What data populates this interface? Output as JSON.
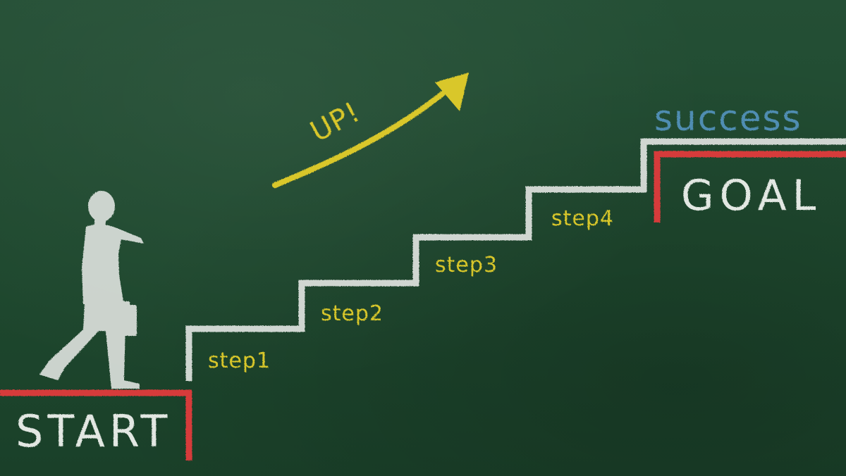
{
  "scene": {
    "start_label": "START",
    "goal_label": "GOAL",
    "success_label": "success",
    "up_label": "UP!",
    "steps": [
      "step1",
      "step2",
      "step3",
      "step4"
    ],
    "colors": {
      "board": "#1f4a30",
      "chalk_white": "#dfe3df",
      "chalk_yellow": "#d9c72b",
      "chalk_red": "#d63a3a",
      "chalk_blue": "#4f8db2"
    }
  }
}
